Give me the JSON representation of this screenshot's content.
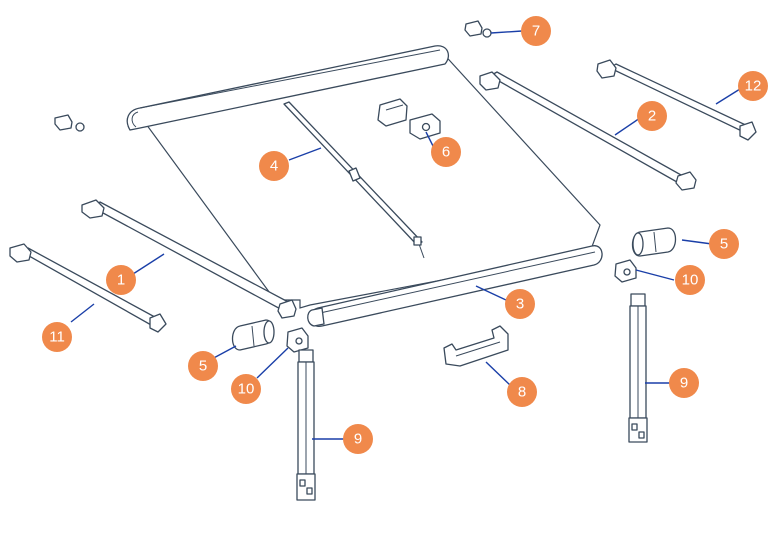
{
  "colors": {
    "badge_fill": "#f0894b",
    "badge_text": "#ffffff",
    "leader_line": "#1a3fa8",
    "outline": "#3a4a5c"
  },
  "callouts": [
    {
      "id": "c1",
      "label": "1"
    },
    {
      "id": "c2",
      "label": "2"
    },
    {
      "id": "c3",
      "label": "3"
    },
    {
      "id": "c4",
      "label": "4"
    },
    {
      "id": "c5a",
      "label": "5"
    },
    {
      "id": "c5b",
      "label": "5"
    },
    {
      "id": "c6",
      "label": "6"
    },
    {
      "id": "c7",
      "label": "7"
    },
    {
      "id": "c8",
      "label": "8"
    },
    {
      "id": "c9a",
      "label": "9"
    },
    {
      "id": "c9b",
      "label": "9"
    },
    {
      "id": "c10a",
      "label": "10"
    },
    {
      "id": "c10b",
      "label": "10"
    },
    {
      "id": "c11",
      "label": "11"
    },
    {
      "id": "c12",
      "label": "12"
    }
  ]
}
